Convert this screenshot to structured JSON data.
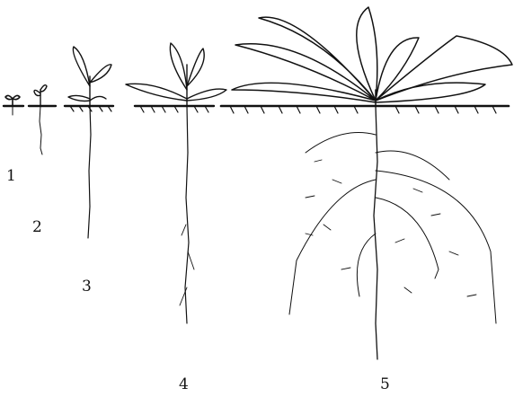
{
  "stages": [
    {
      "label": "1"
    },
    {
      "label": "2"
    },
    {
      "label": "3"
    },
    {
      "label": "4"
    },
    {
      "label": "5"
    }
  ],
  "colors": {
    "ink": "#111111",
    "paper": "#ffffff"
  }
}
